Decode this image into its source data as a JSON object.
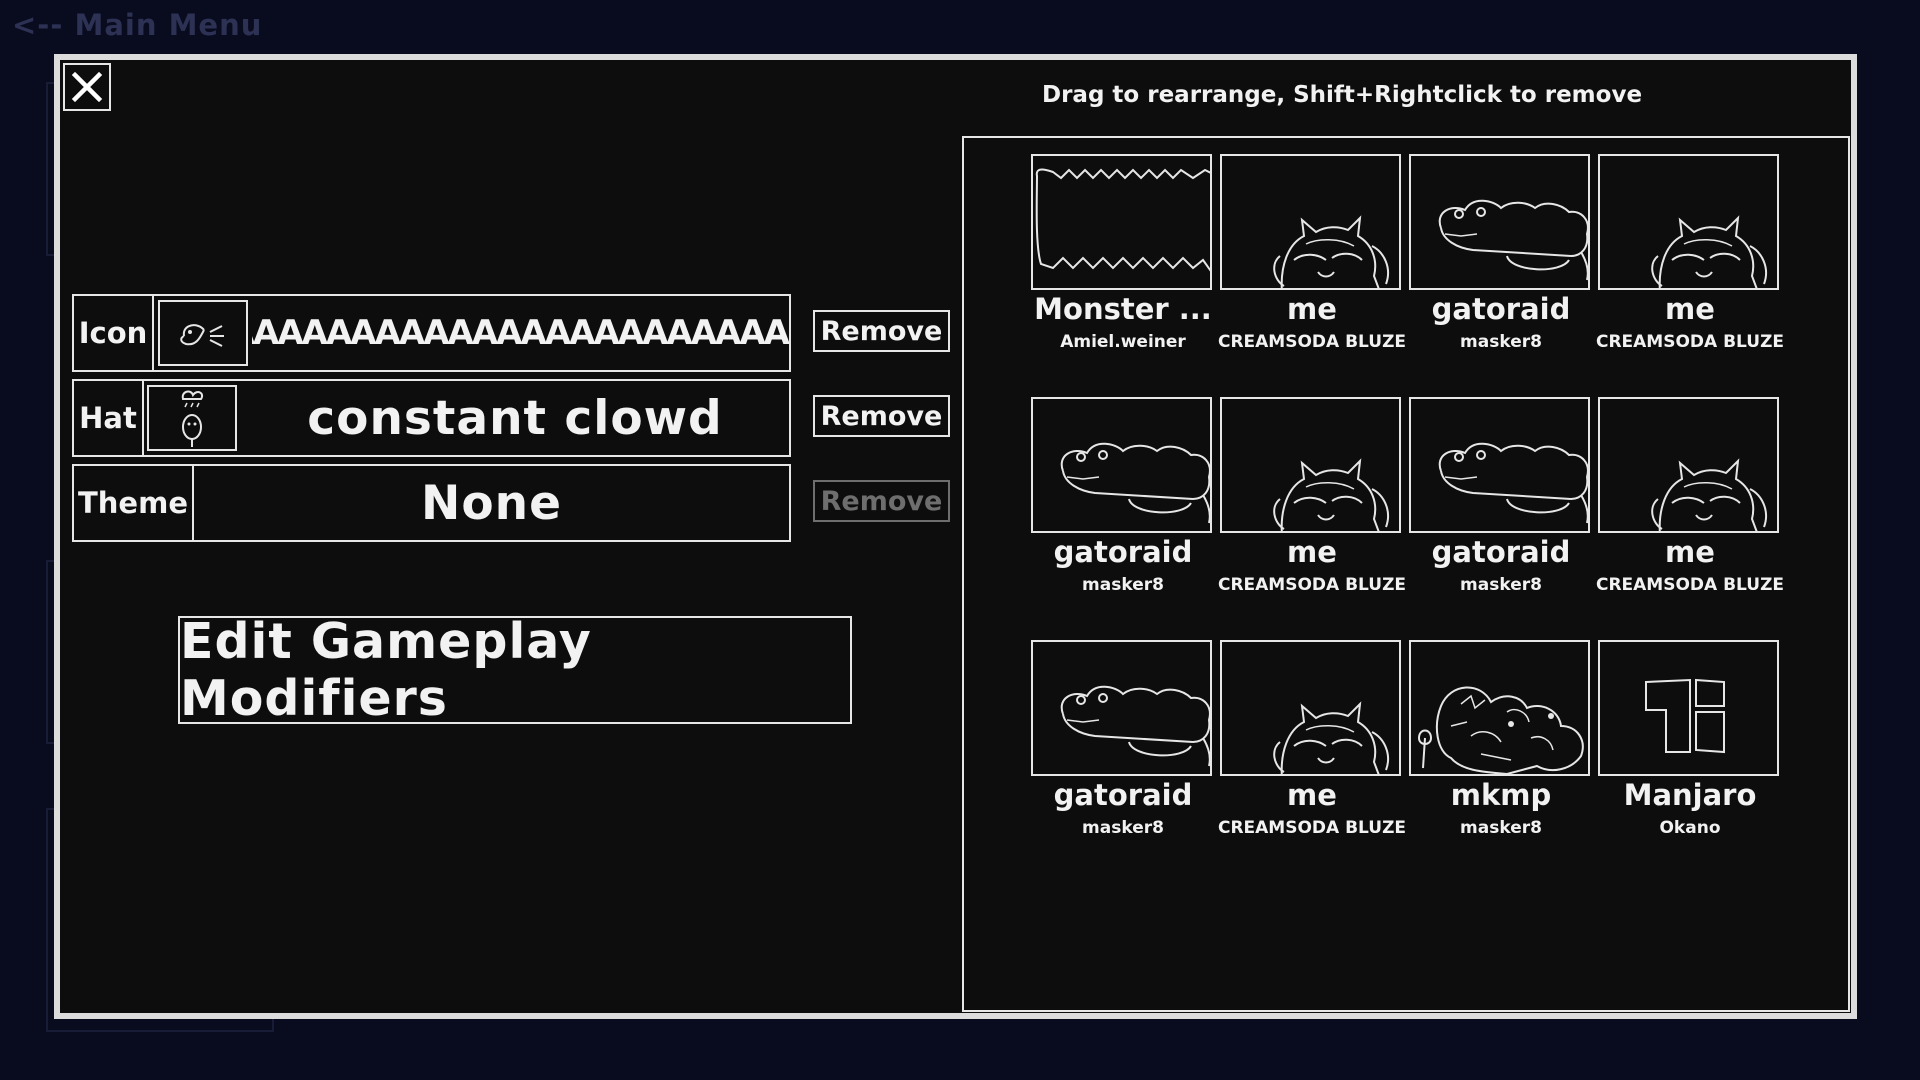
{
  "back_link": "<-- Main Menu",
  "panel": {
    "drag_hint": "Drag to rearrange, Shift+Rightclick to remove",
    "edit_button": "Edit Gameplay Modifiers",
    "slots": [
      {
        "label": "Icon",
        "value": "AAAAAAAAAAAAAAAAAAAAAAAAAA",
        "remove": "Remove",
        "remove_enabled": true,
        "thumb_icon": "scribble-face-icon"
      },
      {
        "label": "Hat",
        "value": "constant clowd",
        "remove": "Remove",
        "remove_enabled": true,
        "thumb_icon": "rain-cloud-hat-icon"
      },
      {
        "label": "Theme",
        "value": "None",
        "remove": "Remove",
        "remove_enabled": false
      }
    ],
    "items": [
      {
        "name": "Monster ...",
        "author": "Amiel.weiner",
        "icon": "jagged-mouth-icon"
      },
      {
        "name": "me",
        "author": "CREAMSODA BLUZE",
        "icon": "cat-girl-icon"
      },
      {
        "name": "gatoraid",
        "author": "masker8",
        "icon": "crocodile-icon"
      },
      {
        "name": "me",
        "author": "CREAMSODA BLUZE",
        "icon": "cat-girl-icon"
      },
      {
        "name": "gatoraid",
        "author": "masker8",
        "icon": "crocodile-icon"
      },
      {
        "name": "me",
        "author": "CREAMSODA BLUZE",
        "icon": "cat-girl-icon"
      },
      {
        "name": "gatoraid",
        "author": "masker8",
        "icon": "crocodile-icon"
      },
      {
        "name": "me",
        "author": "CREAMSODA BLUZE",
        "icon": "cat-girl-icon"
      },
      {
        "name": "gatoraid",
        "author": "masker8",
        "icon": "crocodile-icon"
      },
      {
        "name": "me",
        "author": "CREAMSODA BLUZE",
        "icon": "cat-girl-icon"
      },
      {
        "name": "mkmp",
        "author": "masker8",
        "icon": "creature-pile-icon"
      },
      {
        "name": "Manjaro",
        "author": "Okano",
        "icon": "manjaro-logo-icon"
      }
    ]
  }
}
